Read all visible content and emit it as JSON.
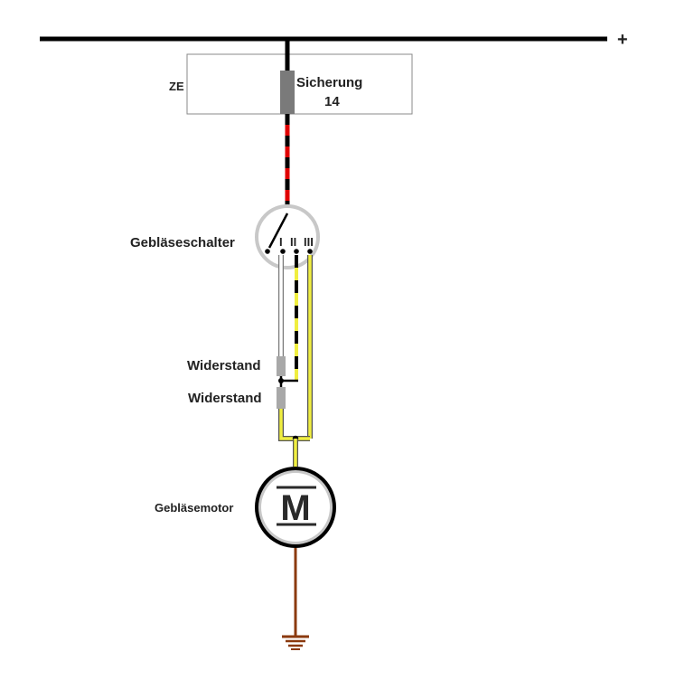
{
  "bus": {
    "polarity_sign": "+"
  },
  "central_unit": {
    "label": "ZE"
  },
  "fuse": {
    "name": "Sicherung",
    "number": "14"
  },
  "switch": {
    "label": "Gebläseschalter",
    "positions": [
      "I",
      "II",
      "III"
    ]
  },
  "resistors": [
    {
      "label": "Widerstand"
    },
    {
      "label": "Widerstand"
    }
  ],
  "motor": {
    "label": "Gebläsemotor",
    "symbol": "M"
  },
  "colors": {
    "bus": "#000000",
    "fuse_body": "#7a7a7a",
    "wire_red": "#e00000",
    "wire_black": "#000000",
    "wire_white": "#ffffff",
    "wire_yellow": "#f0ee40",
    "wire_ground": "#8b3a0f",
    "resistor": "#a8a8a8",
    "switch_ring": "#c8c8c8"
  },
  "icons": {
    "ground": "ground-symbol-icon",
    "motor": "motor-symbol-icon",
    "switch": "switch-contact-icon"
  }
}
